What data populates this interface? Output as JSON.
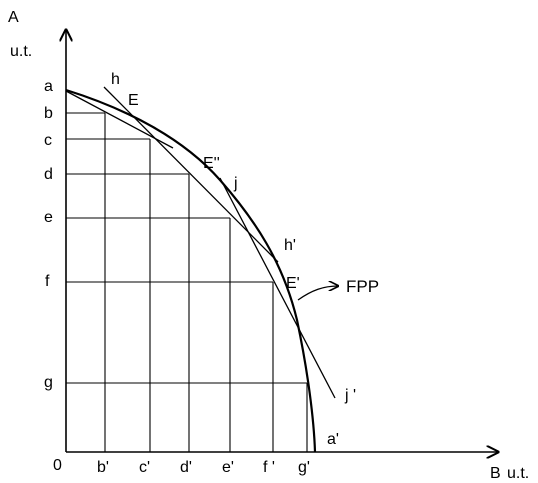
{
  "axes": {
    "y_name": "A",
    "y_unit": "u.t.",
    "x_name": "B",
    "x_unit": "u.t.",
    "origin": "0"
  },
  "y_ticks": [
    "a",
    "b",
    "c",
    "d",
    "e",
    "f",
    "g"
  ],
  "x_ticks": [
    "b'",
    "c'",
    "d'",
    "e'",
    "f '",
    "g'",
    "a'"
  ],
  "points": {
    "E": "E",
    "E2": "E''",
    "E1": "E'"
  },
  "tangents": {
    "h": "h",
    "h1": "h'",
    "j": "j",
    "j1": "j '"
  },
  "curve_label": "FPP",
  "colors": {
    "ink": "#000000",
    "background": "#ffffff"
  }
}
